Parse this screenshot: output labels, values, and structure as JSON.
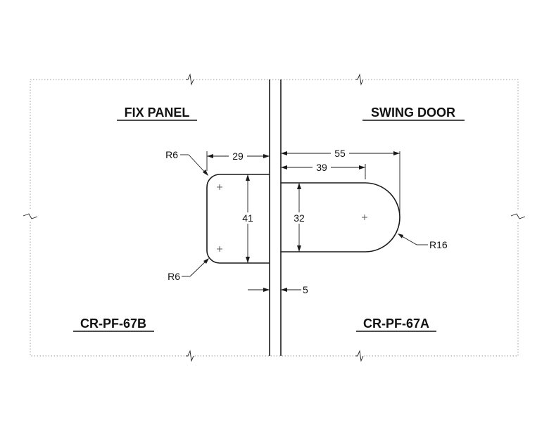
{
  "titles": {
    "left_panel": "FIX PANEL",
    "right_panel": "SWING DOOR",
    "left_code": "CR-PF-67B",
    "right_code": "CR-PF-67A"
  },
  "dimensions": {
    "left_width": "29",
    "left_height": "41",
    "right_height": "32",
    "right_total_width": "55",
    "right_straight_width": "39",
    "gap": "5"
  },
  "radii": {
    "top_left": "R6",
    "bottom_left": "R6",
    "right_end": "R16"
  },
  "colors": {
    "line": "#1a1a1a",
    "frame": "#9a9a9a"
  }
}
